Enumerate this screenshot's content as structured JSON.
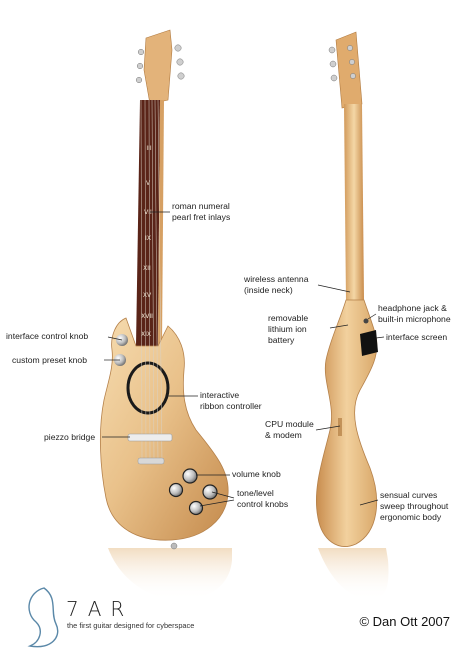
{
  "labels": {
    "fret_inlays": [
      "roman numeral",
      "pearl fret inlays"
    ],
    "interface_knob": [
      "interface control knob"
    ],
    "preset_knob": [
      "custom preset knob"
    ],
    "ribbon": [
      "interactive",
      "ribbon controller"
    ],
    "piezzo": [
      "piezzo bridge"
    ],
    "volume": [
      "volume knob"
    ],
    "tone": [
      "tone/level",
      "control knobs"
    ],
    "antenna": [
      "wireless antenna",
      "(inside neck)"
    ],
    "battery": [
      "removable",
      "lithium ion",
      "battery"
    ],
    "headphone": [
      "headphone jack &",
      "built-in microphone"
    ],
    "screen": [
      "interface screen"
    ],
    "cpu": [
      "CPU module",
      "& modem"
    ],
    "curves": [
      "sensual curves",
      "sweep throughout",
      "ergonomic body"
    ]
  },
  "logo": {
    "word": "7AR",
    "tagline": "the first guitar designed for cyberspace"
  },
  "credit": "© Dan Ott 2007",
  "colors": {
    "wood_light": "#f3d6a6",
    "wood_mid": "#e0b27a",
    "wood_dark": "#b98245",
    "fretboard": "#5a2418",
    "chrome": "#d8d8d8",
    "screen": "#111111"
  },
  "inlay_numerals": [
    "III",
    "V",
    "VII",
    "IX",
    "XII",
    "XV",
    "XVII",
    "XIX"
  ]
}
